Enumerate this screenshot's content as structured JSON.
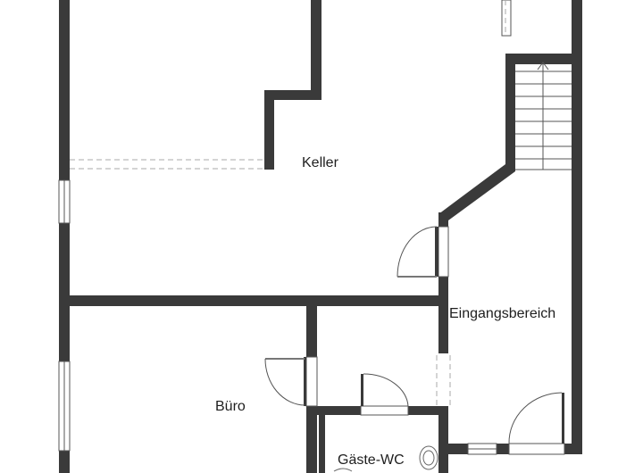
{
  "rooms": {
    "keller": "Keller",
    "eingangsbereich": "Eingangsbereich",
    "buero": "Büro",
    "gaeste_wc": "Gäste-WC"
  },
  "colors": {
    "wall": "#3a3a3a",
    "door_leaf": "#3a3a3a",
    "door_arc": "#555555",
    "window_frame": "#555555",
    "dashed": "#aaaaaa",
    "stairs": "#555555",
    "background": "#ffffff"
  }
}
